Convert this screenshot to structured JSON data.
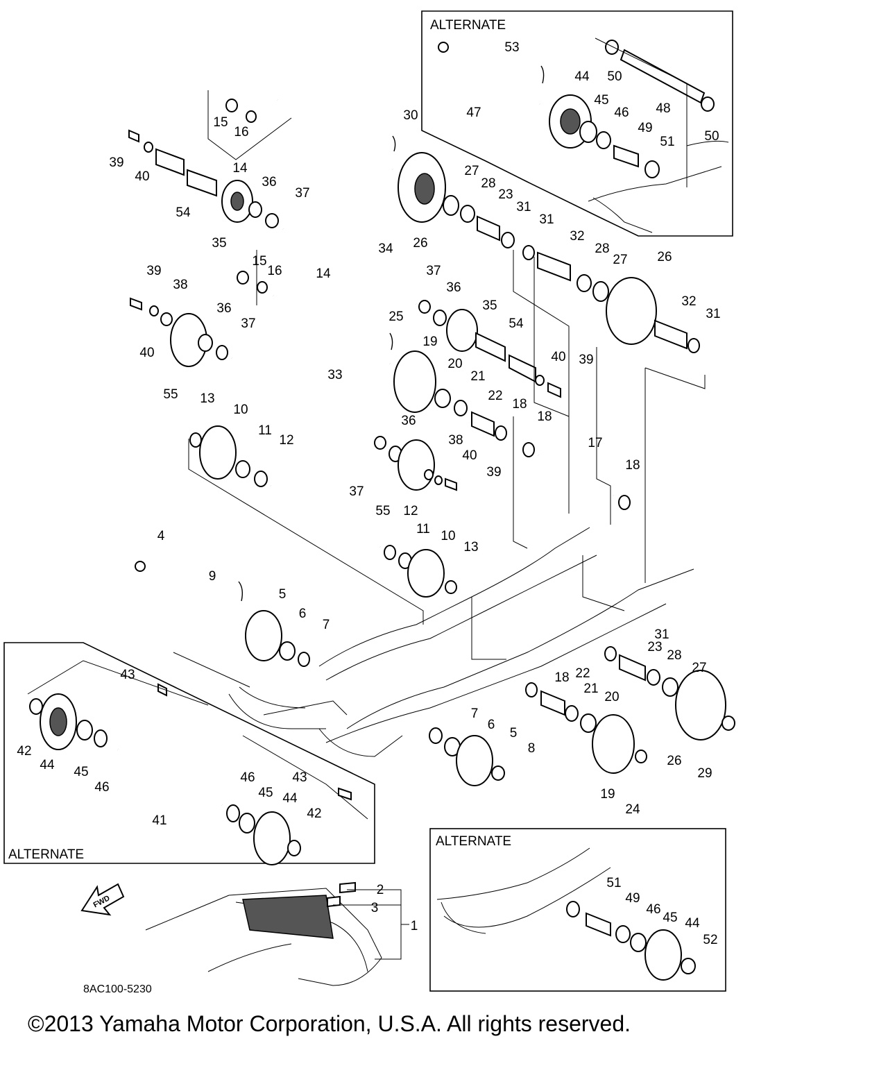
{
  "alternate_label": "ALTERNATE",
  "fwd_label": "FWD",
  "drawing_code": "8AC100-5230",
  "copyright": "©2013 Yamaha Motor Corporation, U.S.A. All rights reserved.",
  "callouts": [
    {
      "id": "c1",
      "label": "1"
    },
    {
      "id": "c2",
      "label": "2"
    },
    {
      "id": "c3",
      "label": "3"
    },
    {
      "id": "c4",
      "label": "4"
    },
    {
      "id": "c5a",
      "label": "5"
    },
    {
      "id": "c5b",
      "label": "5"
    },
    {
      "id": "c6a",
      "label": "6"
    },
    {
      "id": "c6b",
      "label": "6"
    },
    {
      "id": "c7a",
      "label": "7"
    },
    {
      "id": "c7b",
      "label": "7"
    },
    {
      "id": "c8",
      "label": "8"
    },
    {
      "id": "c9",
      "label": "9"
    },
    {
      "id": "c10a",
      "label": "10"
    },
    {
      "id": "c10b",
      "label": "10"
    },
    {
      "id": "c11a",
      "label": "11"
    },
    {
      "id": "c11b",
      "label": "11"
    },
    {
      "id": "c12a",
      "label": "12"
    },
    {
      "id": "c12b",
      "label": "12"
    },
    {
      "id": "c13a",
      "label": "13"
    },
    {
      "id": "c13b",
      "label": "13"
    },
    {
      "id": "c14a",
      "label": "14"
    },
    {
      "id": "c14b",
      "label": "14"
    },
    {
      "id": "c15a",
      "label": "15"
    },
    {
      "id": "c15b",
      "label": "15"
    },
    {
      "id": "c16a",
      "label": "16"
    },
    {
      "id": "c16b",
      "label": "16"
    },
    {
      "id": "c17",
      "label": "17"
    },
    {
      "id": "c18a",
      "label": "18"
    },
    {
      "id": "c18b",
      "label": "18"
    },
    {
      "id": "c18c",
      "label": "18"
    },
    {
      "id": "c18d",
      "label": "18"
    },
    {
      "id": "c19a",
      "label": "19"
    },
    {
      "id": "c19b",
      "label": "19"
    },
    {
      "id": "c20a",
      "label": "20"
    },
    {
      "id": "c20b",
      "label": "20"
    },
    {
      "id": "c21a",
      "label": "21"
    },
    {
      "id": "c21b",
      "label": "21"
    },
    {
      "id": "c22a",
      "label": "22"
    },
    {
      "id": "c22b",
      "label": "22"
    },
    {
      "id": "c23a",
      "label": "23"
    },
    {
      "id": "c23b",
      "label": "23"
    },
    {
      "id": "c24",
      "label": "24"
    },
    {
      "id": "c25",
      "label": "25"
    },
    {
      "id": "c26a",
      "label": "26"
    },
    {
      "id": "c26b",
      "label": "26"
    },
    {
      "id": "c26c",
      "label": "26"
    },
    {
      "id": "c27a",
      "label": "27"
    },
    {
      "id": "c27b",
      "label": "27"
    },
    {
      "id": "c27c",
      "label": "27"
    },
    {
      "id": "c28a",
      "label": "28"
    },
    {
      "id": "c28b",
      "label": "28"
    },
    {
      "id": "c28c",
      "label": "28"
    },
    {
      "id": "c29",
      "label": "29"
    },
    {
      "id": "c30",
      "label": "30"
    },
    {
      "id": "c31a",
      "label": "31"
    },
    {
      "id": "c31b",
      "label": "31"
    },
    {
      "id": "c31c",
      "label": "31"
    },
    {
      "id": "c31d",
      "label": "31"
    },
    {
      "id": "c32a",
      "label": "32"
    },
    {
      "id": "c32b",
      "label": "32"
    },
    {
      "id": "c33",
      "label": "33"
    },
    {
      "id": "c34",
      "label": "34"
    },
    {
      "id": "c35a",
      "label": "35"
    },
    {
      "id": "c35b",
      "label": "35"
    },
    {
      "id": "c36a",
      "label": "36"
    },
    {
      "id": "c36b",
      "label": "36"
    },
    {
      "id": "c36c",
      "label": "36"
    },
    {
      "id": "c36d",
      "label": "36"
    },
    {
      "id": "c37a",
      "label": "37"
    },
    {
      "id": "c37b",
      "label": "37"
    },
    {
      "id": "c37c",
      "label": "37"
    },
    {
      "id": "c37d",
      "label": "37"
    },
    {
      "id": "c38a",
      "label": "38"
    },
    {
      "id": "c38b",
      "label": "38"
    },
    {
      "id": "c39a",
      "label": "39"
    },
    {
      "id": "c39b",
      "label": "39"
    },
    {
      "id": "c39c",
      "label": "39"
    },
    {
      "id": "c39d",
      "label": "39"
    },
    {
      "id": "c40a",
      "label": "40"
    },
    {
      "id": "c40b",
      "label": "40"
    },
    {
      "id": "c40c",
      "label": "40"
    },
    {
      "id": "c40d",
      "label": "40"
    },
    {
      "id": "c41",
      "label": "41"
    },
    {
      "id": "c42a",
      "label": "42"
    },
    {
      "id": "c42b",
      "label": "42"
    },
    {
      "id": "c43a",
      "label": "43"
    },
    {
      "id": "c43b",
      "label": "43"
    },
    {
      "id": "c44a",
      "label": "44"
    },
    {
      "id": "c44b",
      "label": "44"
    },
    {
      "id": "c44c",
      "label": "44"
    },
    {
      "id": "c44d",
      "label": "44"
    },
    {
      "id": "c45a",
      "label": "45"
    },
    {
      "id": "c45b",
      "label": "45"
    },
    {
      "id": "c45c",
      "label": "45"
    },
    {
      "id": "c45d",
      "label": "45"
    },
    {
      "id": "c46a",
      "label": "46"
    },
    {
      "id": "c46b",
      "label": "46"
    },
    {
      "id": "c46c",
      "label": "46"
    },
    {
      "id": "c46d",
      "label": "46"
    },
    {
      "id": "c47",
      "label": "47"
    },
    {
      "id": "c48",
      "label": "48"
    },
    {
      "id": "c49a",
      "label": "49"
    },
    {
      "id": "c49b",
      "label": "49"
    },
    {
      "id": "c50a",
      "label": "50"
    },
    {
      "id": "c50b",
      "label": "50"
    },
    {
      "id": "c51a",
      "label": "51"
    },
    {
      "id": "c51b",
      "label": "51"
    },
    {
      "id": "c52",
      "label": "52"
    },
    {
      "id": "c53",
      "label": "53"
    },
    {
      "id": "c54a",
      "label": "54"
    },
    {
      "id": "c54b",
      "label": "54"
    },
    {
      "id": "c55a",
      "label": "55"
    },
    {
      "id": "c55b",
      "label": "55"
    }
  ]
}
